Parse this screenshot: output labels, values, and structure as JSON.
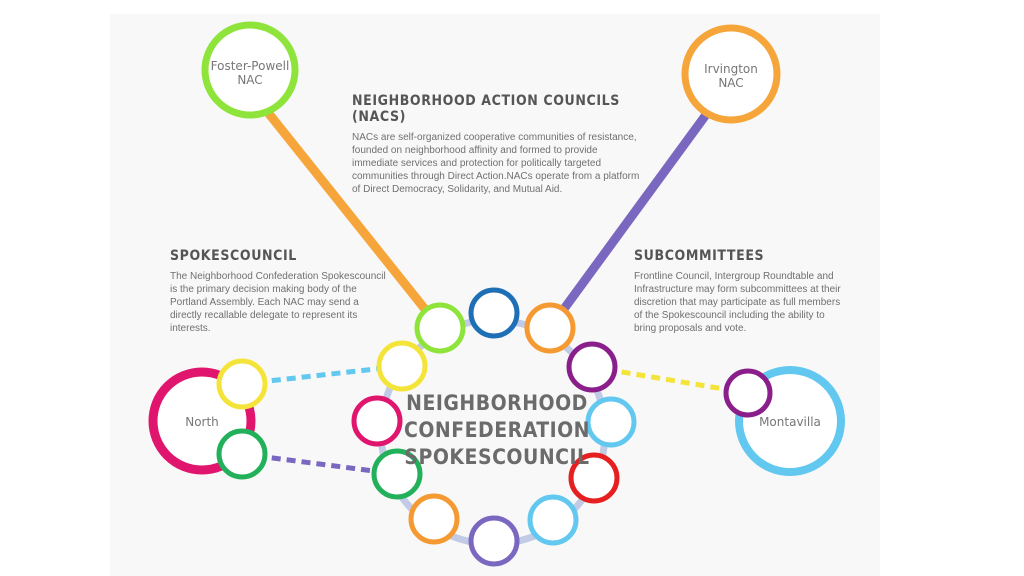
{
  "nacs": {
    "title": "NEIGHBORHOOD ACTION COUNCILS (NACS)",
    "body": "NACs are self-organized cooperative communities of resistance, founded on neighborhood affinity and formed to provide immediate services and protection for politically targeted communities through Direct Action.NACs operate from a platform of Direct Democracy, Solidarity, and Mutual Aid."
  },
  "spokescouncil": {
    "title": "SPOKESCOUNCIL",
    "body": "The Neighborhood Confederation Spokescouncil is the primary decision making body of the Portland Assembly. Each NAC may send a directly recallable delegate to represent its interests."
  },
  "subcommittees": {
    "title": "SUBCOMMITTEES",
    "body": "Frontline Council, Intergroup Roundtable and Infrastructure may form subcommittees at their discretion that may participate as full members of the Spokescouncil including the ability to bring proposals and vote."
  },
  "center": {
    "line1": "NEIGHBORHOOD",
    "line2": "CONFEDERATION",
    "line3": "SPOKESCOUNCIL"
  },
  "nodes": {
    "foster_powell": {
      "line1": "Foster-Powell",
      "line2": "NAC"
    },
    "irvington": {
      "line1": "Irvington",
      "line2": "NAC"
    },
    "north": {
      "label": "North"
    },
    "montavilla": {
      "label": "Montavilla"
    }
  },
  "colors": {
    "green": "#8ee43a",
    "orange": "#f5a53a",
    "purple": "#7a68c0",
    "magenta": "#e0156e",
    "sky": "#62c8f0",
    "yellow": "#f4e43a",
    "dark_green": "#22b05a",
    "dark_purple": "#8a1f8c",
    "red": "#e62020",
    "blue": "#1e6fb5",
    "dark_orange": "#f59a32",
    "ring_spoke": "#c2cbe6"
  }
}
